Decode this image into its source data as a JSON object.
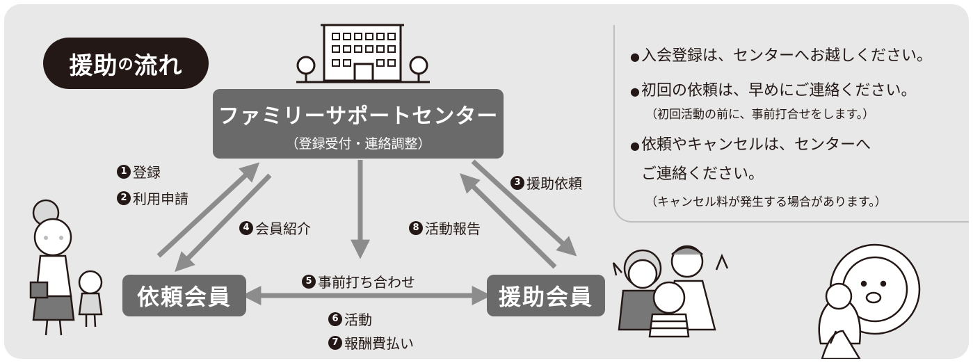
{
  "title": {
    "part1": "援助",
    "part2": "の",
    "part3": "流れ"
  },
  "center": {
    "name": "ファミリーサポートセンター",
    "subtitle": "（登録受付・連絡調整）"
  },
  "members": {
    "requester": "依頼会員",
    "helper": "援助会員"
  },
  "steps": [
    {
      "num": "1",
      "label": "登録"
    },
    {
      "num": "2",
      "label": "利用申請"
    },
    {
      "num": "3",
      "label": "援助依頼"
    },
    {
      "num": "4",
      "label": "会員紹介"
    },
    {
      "num": "5",
      "label": "事前打ち合わせ"
    },
    {
      "num": "6",
      "label": "活動"
    },
    {
      "num": "7",
      "label": "報酬費払い"
    },
    {
      "num": "8",
      "label": "活動報告"
    }
  ],
  "notes": [
    {
      "text": "入会登録は、センターへお越しください。"
    },
    {
      "text": "初回の依頼は、早めにご連絡ください。",
      "sub": "（初回活動の前に、事前打合せをします。）"
    },
    {
      "text": "依頼やキャンセルは、センターへ",
      "text2": "ご連絡ください。",
      "sub": "（キャンセル料が発生する場合があります。）"
    }
  ],
  "illustrations": [
    "building-icon",
    "mother-child-icon",
    "senior-family-icon",
    "lion-mascot-icon"
  ],
  "colors": {
    "background": "#e8e8e8",
    "box": "#6a6a6a",
    "arrow": "#8c8c8c",
    "dark": "#231815"
  }
}
